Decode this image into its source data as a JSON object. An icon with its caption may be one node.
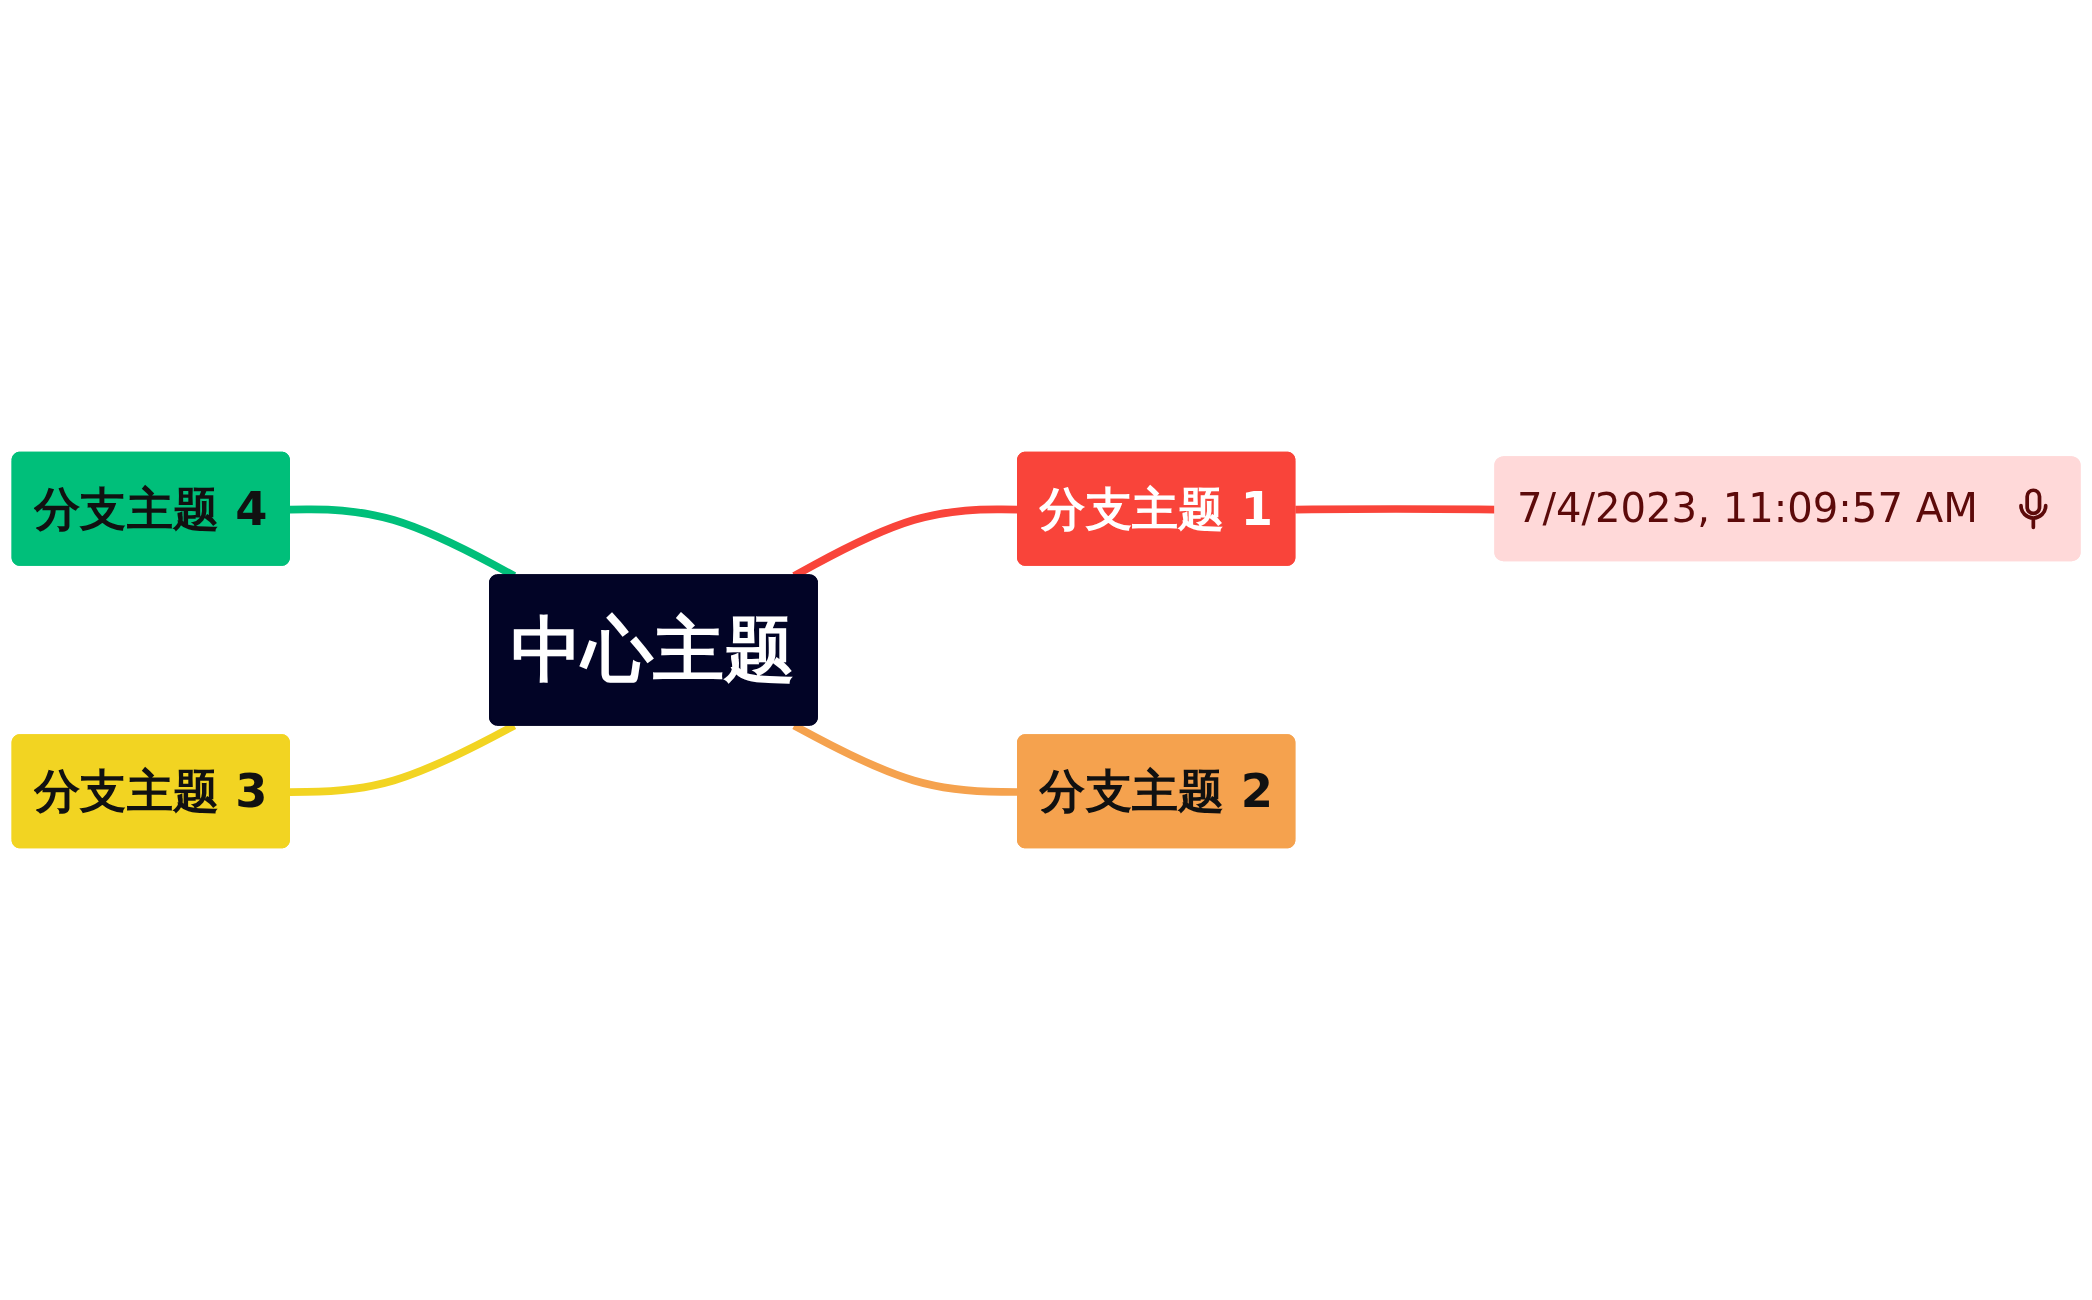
{
  "diagram": {
    "nodes": [
      {
        "text": [
          "分支主题 4"
        ]
      },
      {
        "text": [
          "分支主题 1"
        ]
      },
      {
        "text": [
          "7/4/2023, 11:09:57 AM"
        ]
      },
      {
        "text": [
          "中心主题"
        ]
      },
      {
        "text": [
          "分支主题 3"
        ]
      },
      {
        "text": [
          "分支主题 2"
        ]
      }
    ],
    "edges": [
      {
        "from": 0,
        "to": 3,
        "arrow": "none",
        "color": "#00bf7a"
      },
      {
        "from": 3,
        "to": 1,
        "arrow": "none",
        "color": "#f9443a"
      },
      {
        "from": 1,
        "to": 2,
        "arrow": "none",
        "color": "#f9443a"
      },
      {
        "from": 4,
        "to": 3,
        "arrow": "none",
        "color": "#f2d422"
      },
      {
        "from": 3,
        "to": 5,
        "arrow": "none",
        "color": "#f5a24e"
      }
    ]
  }
}
